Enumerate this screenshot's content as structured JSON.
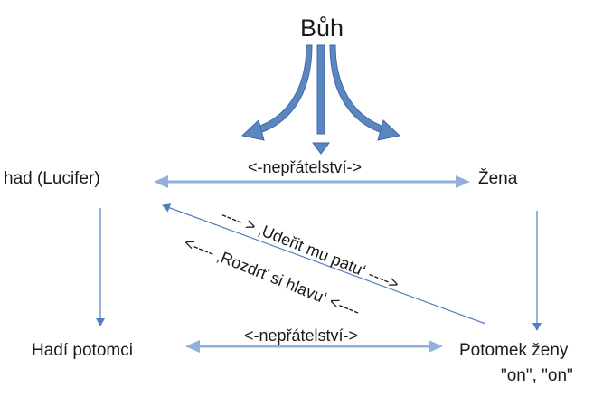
{
  "diagram": {
    "god": "Bůh",
    "snake": "had (Lucifer)",
    "woman": "Žena",
    "snake_offspring": "Hadí potomci",
    "woman_offspring_line1": "Potomek ženy",
    "woman_offspring_line2": "\"on\", \"on\"",
    "enmity_top": "<-nepřátelství->",
    "enmity_bottom": "<-nepřátelství->",
    "strike_heel": "---- > ‚Udeřit mu patu‘ ---->",
    "crush_head": "<---- ‚Rozdrť si hlavu‘ <----"
  },
  "colors": {
    "arrow_main": "#8fb0db",
    "arrow_thin": "#4f7fbf",
    "god_arrow_fill": "#5b86bf",
    "god_arrow_stroke": "#3d6aa6"
  }
}
